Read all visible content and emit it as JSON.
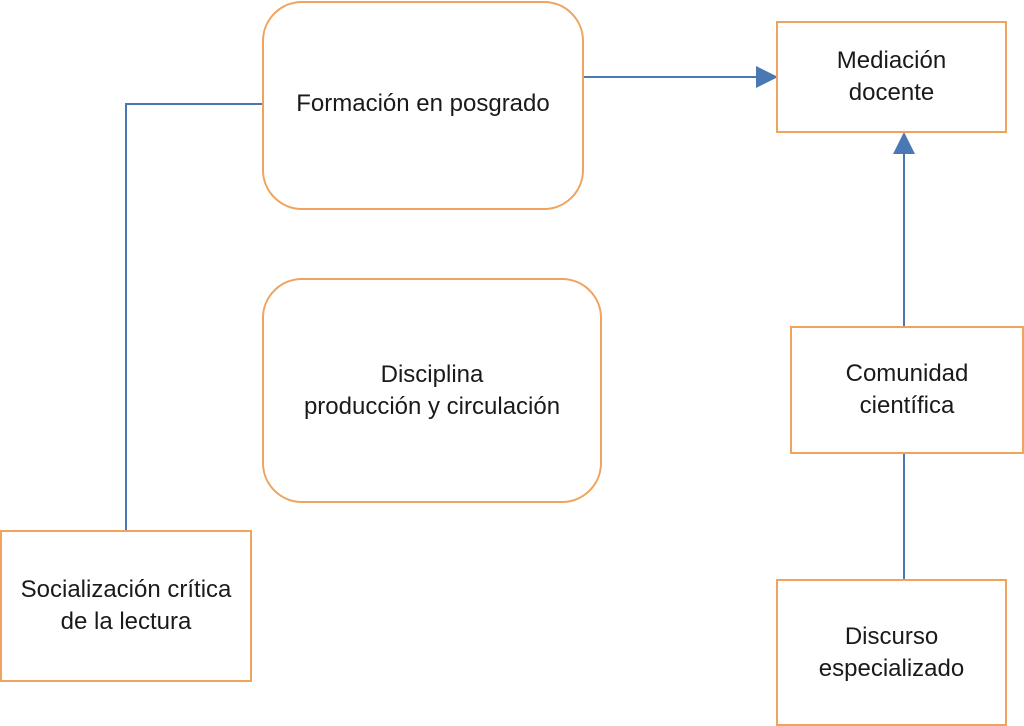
{
  "diagram": {
    "nodes": {
      "formacion": {
        "lines": [
          "Formación en posgrado"
        ]
      },
      "disciplina": {
        "lines": [
          "Disciplina",
          "producción y circulación"
        ]
      },
      "mediacion": {
        "lines": [
          "Mediación",
          "docente"
        ]
      },
      "comunidad": {
        "lines": [
          "Comunidad",
          "científica"
        ]
      },
      "discurso": {
        "lines": [
          "Discurso",
          "especializado"
        ]
      },
      "socializacion": {
        "lines": [
          "Socialización crítica",
          "de la lectura"
        ]
      }
    },
    "edges": [
      {
        "from": "socializacion",
        "to": "formacion",
        "arrow": false
      },
      {
        "from": "formacion",
        "to": "mediacion",
        "arrow": true
      },
      {
        "from": "comunidad",
        "to": "mediacion",
        "arrow": true
      },
      {
        "from": "discurso",
        "to": "comunidad",
        "arrow": false
      }
    ],
    "colors": {
      "node_border": "#f0a35c",
      "connector": "#4a78b5"
    }
  }
}
